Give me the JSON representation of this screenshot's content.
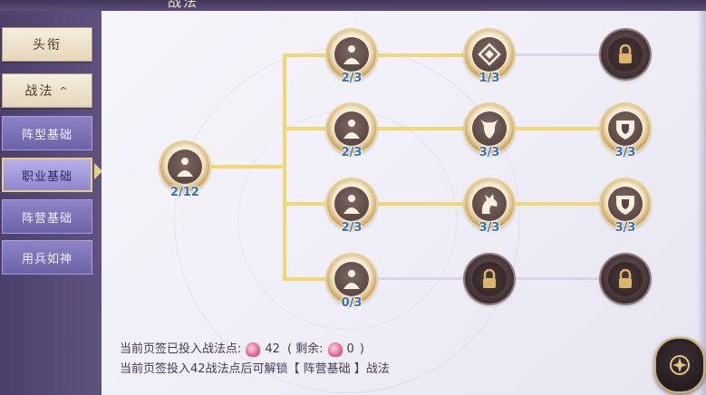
{
  "header": {
    "title_partial": "战法"
  },
  "sidebar": {
    "items": [
      {
        "label": "头衔",
        "style": "beige"
      },
      {
        "label": "战法",
        "style": "beige",
        "caret": "^"
      },
      {
        "label": "阵型基础",
        "style": "purple"
      },
      {
        "label": "职业基础",
        "style": "purple",
        "active": true
      },
      {
        "label": "阵营基础",
        "style": "purple"
      },
      {
        "label": "用兵如神",
        "style": "purple"
      }
    ]
  },
  "tree": {
    "root": {
      "count": "2/12",
      "icon": "general-figure-icon"
    },
    "rows": [
      {
        "tier1": {
          "count": "2/3",
          "icon": "general-figure-icon"
        },
        "tier2": {
          "count": "1/3",
          "icon": "diamond-rune-icon"
        },
        "tier3": {
          "count": "",
          "icon": "lock-icon"
        }
      },
      {
        "tier1": {
          "count": "2/3",
          "icon": "general-figure-icon"
        },
        "tier2": {
          "count": "3/3",
          "icon": "shield-horns-icon"
        },
        "tier3": {
          "count": "3/3",
          "icon": "shield-crest-icon"
        }
      },
      {
        "tier1": {
          "count": "2/3",
          "icon": "general-figure-icon"
        },
        "tier2": {
          "count": "3/3",
          "icon": "dragon-head-icon"
        },
        "tier3": {
          "count": "3/3",
          "icon": "shield-crest-icon"
        }
      },
      {
        "tier1": {
          "count": "0/3",
          "icon": "general-figure-icon"
        },
        "tier2": {
          "count": "",
          "icon": "lock-icon"
        },
        "tier3": {
          "count": "",
          "icon": "lock-icon"
        }
      }
    ]
  },
  "footer": {
    "line1_prefix": "当前页签已投入战法点:",
    "invested": "42",
    "remain_open": "( 剩余:",
    "remaining": "0",
    "remain_close": ")",
    "line2": "当前页签投入42战法点后可解锁【 阵营基础 】战法"
  },
  "colors": {
    "active_line": "#f0d876",
    "count_text": "#3a6fb0",
    "sidebar_purple": "#7a70b8",
    "panel_bg": "#f3f1f8"
  }
}
